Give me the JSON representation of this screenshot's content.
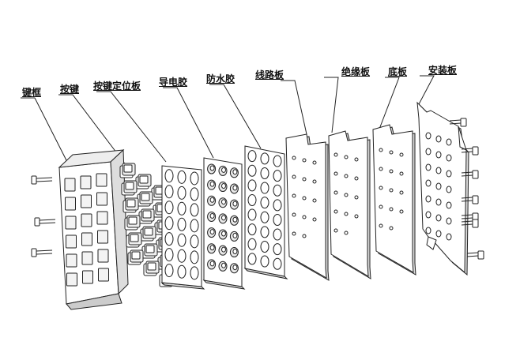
{
  "diagram": {
    "labels": [
      {
        "id": "key-frame",
        "text": "键框"
      },
      {
        "id": "keys",
        "text": "按键"
      },
      {
        "id": "key-locator-plate",
        "text": "按键定位板"
      },
      {
        "id": "conductive-rubber",
        "text": "导电胶"
      },
      {
        "id": "waterproof-rubber",
        "text": "防水胶"
      },
      {
        "id": "circuit-board",
        "text": "线路板"
      },
      {
        "id": "insulation-board",
        "text": "绝缘板"
      },
      {
        "id": "base-plate",
        "text": "底板"
      },
      {
        "id": "mounting-plate",
        "text": "安装板"
      }
    ],
    "colors": {
      "line": "#222222",
      "fill": "#ffffff",
      "shade": "#d8d8d8"
    }
  }
}
